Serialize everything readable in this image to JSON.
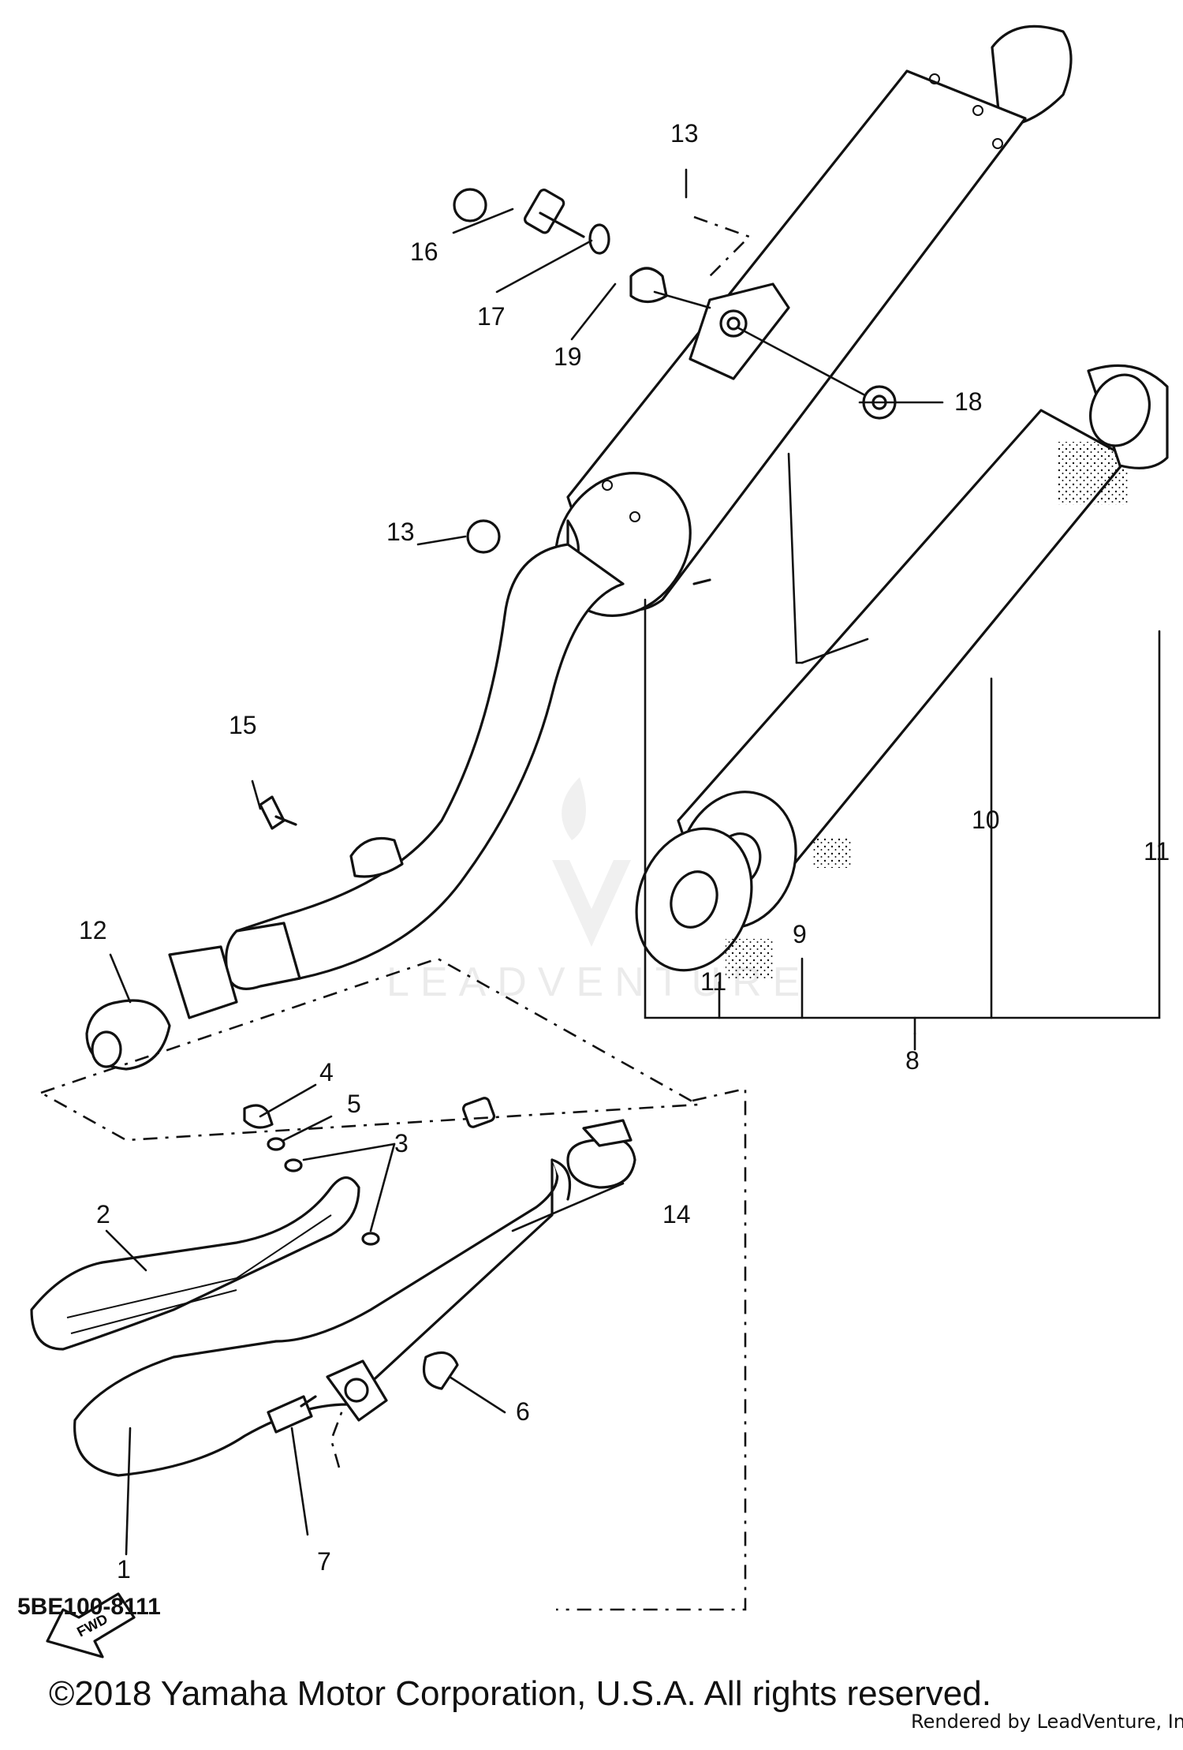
{
  "diagram": {
    "labels": {
      "p1": "1",
      "p2": "2",
      "p3": "3",
      "p4": "4",
      "p5": "5",
      "p6": "6",
      "p7": "7",
      "p8": "8",
      "p9": "9",
      "p10": "10",
      "p11a": "11",
      "p11b": "11",
      "p12": "12",
      "p13a": "13",
      "p13b": "13",
      "p14": "14",
      "p15": "15",
      "p16": "16",
      "p17": "17",
      "p18": "18",
      "p19": "19"
    },
    "fwd": "FWD",
    "watermark": "LEADVENTURE",
    "catalog_code": "5BE100-8111"
  },
  "footer": {
    "copyright": "©2018 Yamaha Motor Corporation, U.S.A. All rights reserved.",
    "rendered_by": "Rendered by LeadVenture, Inc."
  }
}
